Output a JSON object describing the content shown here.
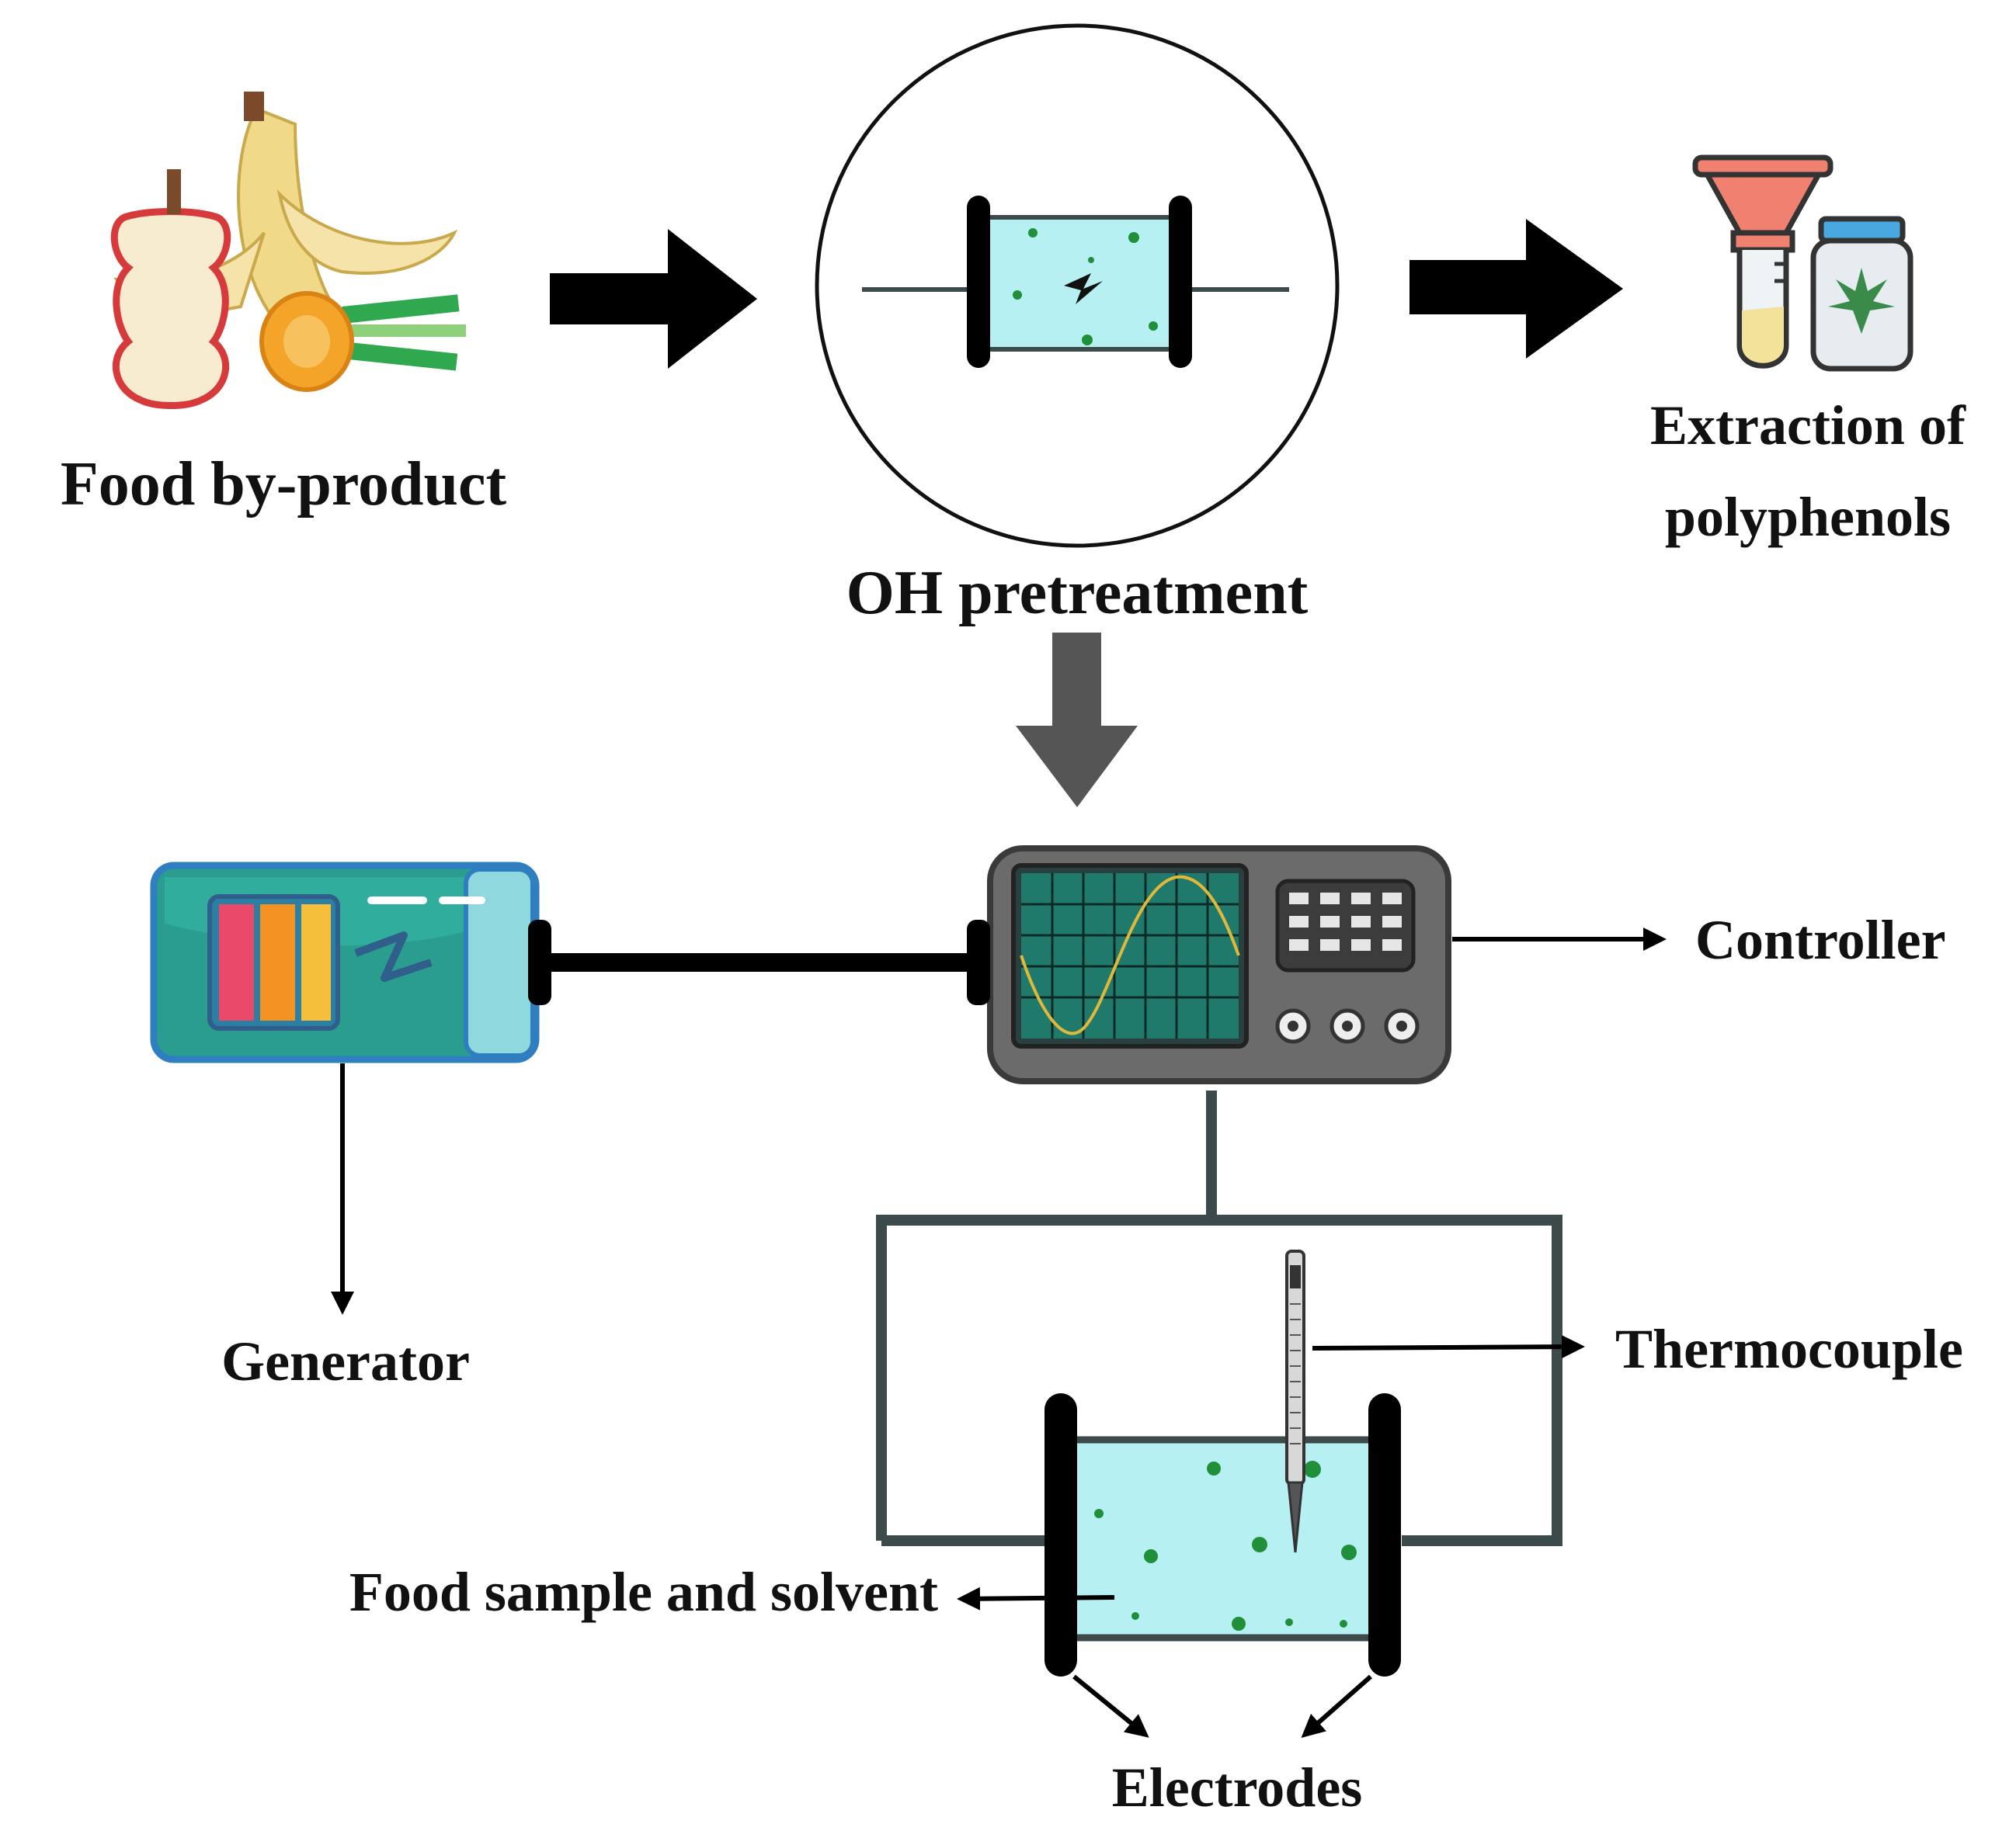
{
  "labels": {
    "food_byproduct": "Food by-product",
    "oh_pretreatment": "OH pretreatment",
    "extraction_line1": "Extraction of",
    "extraction_line2": "polyphenols",
    "controller": "Controller",
    "generator": "Generator",
    "thermocouple": "Thermocouple",
    "food_sample": "Food sample and solvent",
    "electrodes": "Electrodes"
  },
  "colors": {
    "arrow": "#000000",
    "down_arrow": "#555555",
    "wire": "#3c4a4c",
    "cell_liquid": "#b7f0f3",
    "particle": "#1f8f3a",
    "generator_body": "#2a9d8f",
    "generator_border": "#2f7fc0",
    "controller_body": "#6b6b6b",
    "controller_screen": "#1f7a6c",
    "wave": "#e0b83a"
  },
  "icons": {
    "food": "food-byproduct-icon",
    "ohmic_cell": "ohmic-cell-icon",
    "lab_tools": "funnel-and-vial-icon",
    "generator": "battery-generator-icon",
    "controller": "oscilloscope-controller-icon",
    "thermometer": "thermocouple-probe-icon"
  }
}
